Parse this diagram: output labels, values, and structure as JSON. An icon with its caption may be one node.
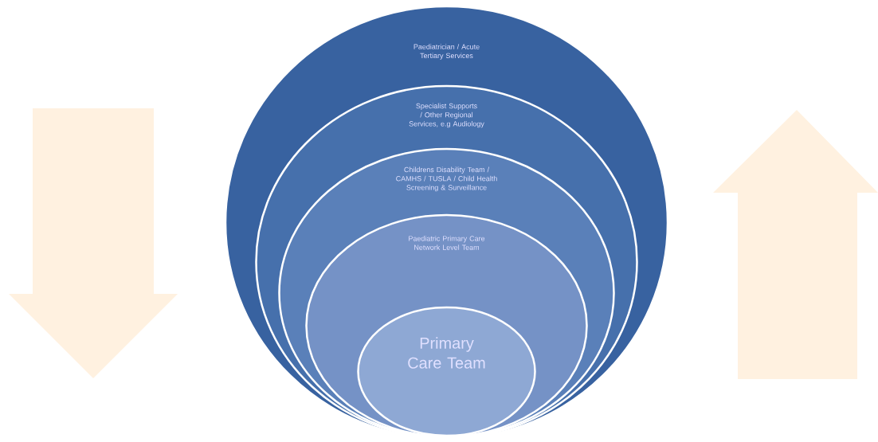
{
  "diagram": {
    "nodes": [
      {
        "text": [
          "Paediatrician / Acute Tertiary Services"
        ]
      },
      {
        "text": [
          "Specialist Supports / Other Regional Services, e.g Audiology"
        ],
        "in": 0
      },
      {
        "text": [
          "Childrens Disability Team / CAMHS / TUSLA / Child Health Screening & Surveillance"
        ],
        "in": 1
      },
      {
        "text": [
          "Paediatric Primary Care Network Level Team"
        ],
        "in": 2
      },
      {
        "text": [
          "Primary Care Team"
        ],
        "in": 3
      }
    ]
  }
}
